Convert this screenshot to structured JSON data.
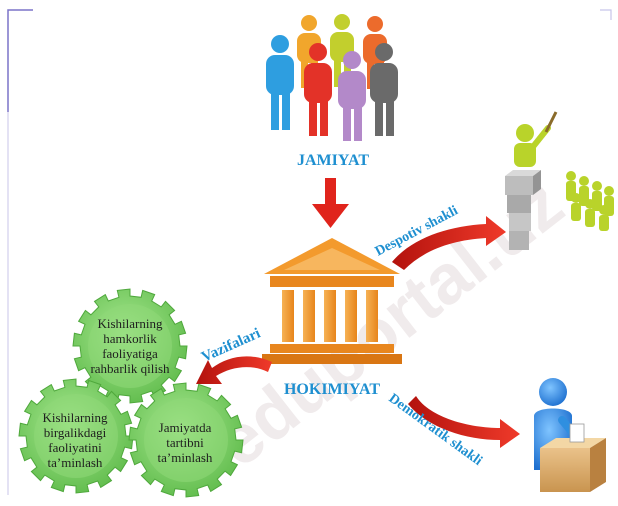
{
  "society": {
    "label": "JAMIYAT"
  },
  "power": {
    "label": "HOKIMIYAT"
  },
  "functions": {
    "label": "Vazifalari"
  },
  "forms": {
    "despotic": "Despotiv shakli",
    "democratic": "Demokratik shakli"
  },
  "gears": {
    "top": "Kishilarning hamkorlik faoliyatiga rahbarlik qilish",
    "left": "Kishilarning birgalikdagi faoliyatini taʼminlash",
    "right": "Jamiyatda tartibni taʼminlash"
  },
  "watermark": "eduportal.uz",
  "colors": {
    "title_blue": "#1e8fd0",
    "arrow_red": "#e0241c",
    "building_orange": "#f39a2d",
    "gear_green": "#7fcf6a",
    "despotic_figure": "#b9d32a",
    "democratic_figure": "#2f8fe0",
    "frame": "#7b74c9"
  }
}
